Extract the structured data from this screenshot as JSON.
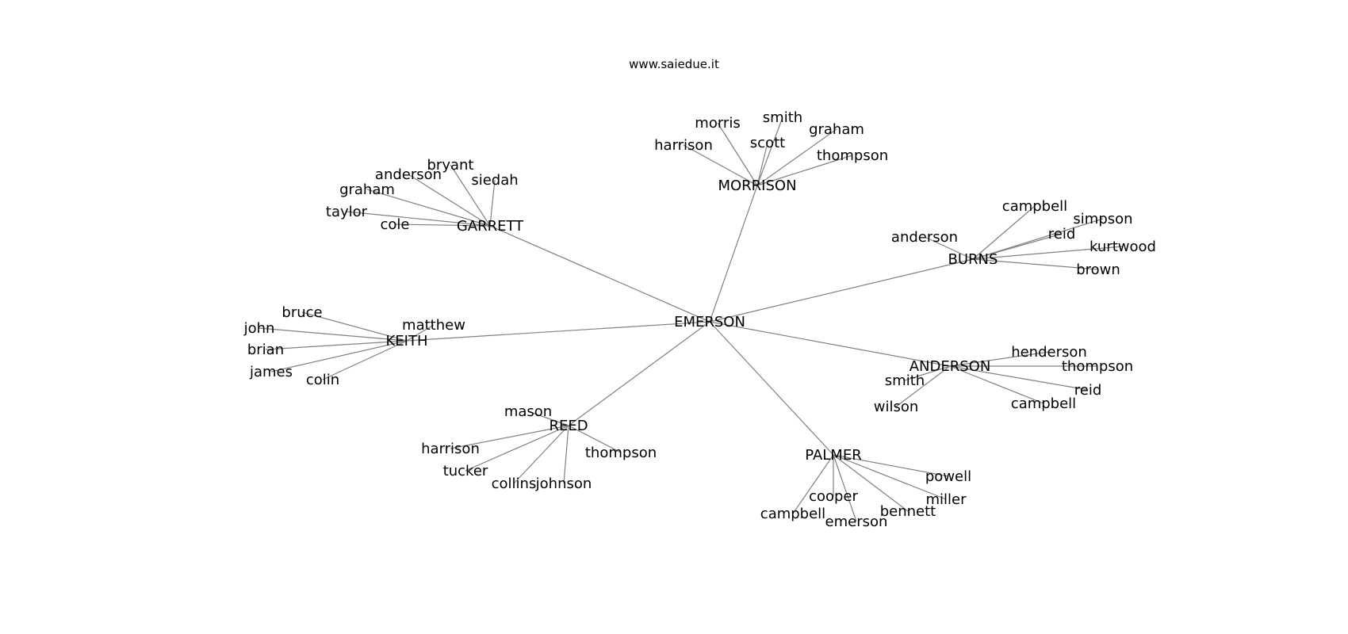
{
  "title": "www.saiedue.it",
  "colors": {
    "edge": "#808080",
    "label": "#000000",
    "background": "#ffffff"
  },
  "graph": {
    "root": "EMERSON",
    "groups": [
      {
        "hub": "MORRISON",
        "leaves": [
          "morris",
          "smith",
          "graham",
          "harrison",
          "scott",
          "thompson"
        ]
      },
      {
        "hub": "GARRETT",
        "leaves": [
          "bryant",
          "anderson",
          "siedah",
          "graham",
          "taylor",
          "cole"
        ]
      },
      {
        "hub": "BURNS",
        "leaves": [
          "campbell",
          "simpson",
          "anderson",
          "reid",
          "kurtwood",
          "brown"
        ]
      },
      {
        "hub": "KEITH",
        "leaves": [
          "bruce",
          "john",
          "matthew",
          "brian",
          "james",
          "colin"
        ]
      },
      {
        "hub": "ANDERSON",
        "leaves": [
          "henderson",
          "thompson",
          "smith",
          "reid",
          "wilson",
          "campbell"
        ]
      },
      {
        "hub": "REED",
        "leaves": [
          "mason",
          "harrison",
          "thompson",
          "tucker",
          "collins",
          "johnson"
        ]
      },
      {
        "hub": "PALMER",
        "leaves": [
          "powell",
          "miller",
          "cooper",
          "bennett",
          "campbell",
          "emerson"
        ]
      }
    ]
  }
}
